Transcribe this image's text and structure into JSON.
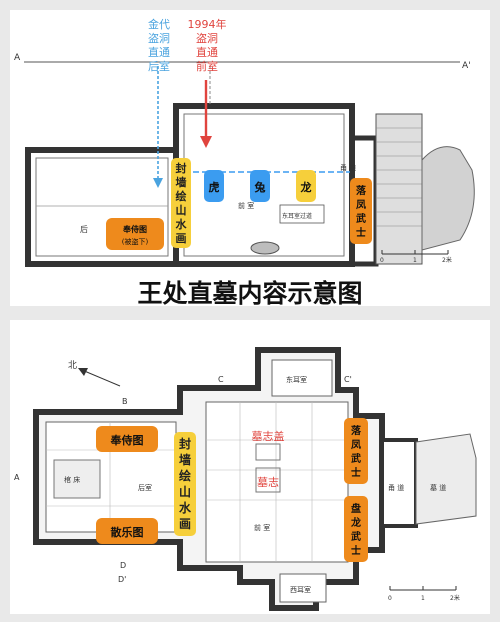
{
  "top_section": {
    "title": "王处直墓内容示意图",
    "callout_jin": [
      "金代",
      "盗洞",
      "直通",
      "后室"
    ],
    "callout_1994": [
      "1994年",
      "盗洞",
      "直通",
      "前室"
    ],
    "section_marker_left": "A",
    "section_marker_right": "A'",
    "wall_painting": [
      "封",
      "墙",
      "绘",
      "山",
      "水",
      "画"
    ],
    "zodiac_tiger": "虎",
    "zodiac_rabbit": "兔",
    "zodiac_dragon": "龙",
    "guardian_phoenix": [
      "落",
      "凤",
      "武",
      "士"
    ],
    "fengshi_label": "奉侍图",
    "fengshi_note": "(被盗下)",
    "corridor_label": "甬 道",
    "rear_room_label": "后",
    "front_room_label": "前 室",
    "east_passage_label": "东耳室过道",
    "scale_labels": [
      "0",
      "1",
      "2米"
    ]
  },
  "bottom_section": {
    "north_label": "北",
    "east_room": "东耳室",
    "west_room": "西耳室",
    "marker_c": "C",
    "marker_c2": "C'",
    "marker_a": "A",
    "marker_b": "B",
    "marker_d": "D",
    "marker_dprime": "D'",
    "fengshi_label": "奉侍图",
    "sanyue_label": "散乐图",
    "wall_painting": [
      "封",
      "墙",
      "绘",
      "山",
      "水",
      "画"
    ],
    "mu_zhi_gai": "墓志盖",
    "mu_zhi": "墓志",
    "guardian_phoenix": [
      "落",
      "凤",
      "武",
      "士"
    ],
    "guardian_dragon": [
      "盘",
      "龙",
      "武",
      "士"
    ],
    "rear_room_label": "后室",
    "front_room_label": "前 室",
    "corridor_label": "甬 道",
    "tomb_passage_label": "墓 道",
    "coffin_label": "棺 床",
    "scale_labels": [
      "0",
      "1",
      "2米"
    ]
  },
  "colors": {
    "orange": "#ee8a1c",
    "yellow": "#f6cf3b",
    "blue": "#3b9cf0",
    "callout_blue": "#4aa3df",
    "callout_red": "#e0443e",
    "line": "#3a3a3a"
  }
}
